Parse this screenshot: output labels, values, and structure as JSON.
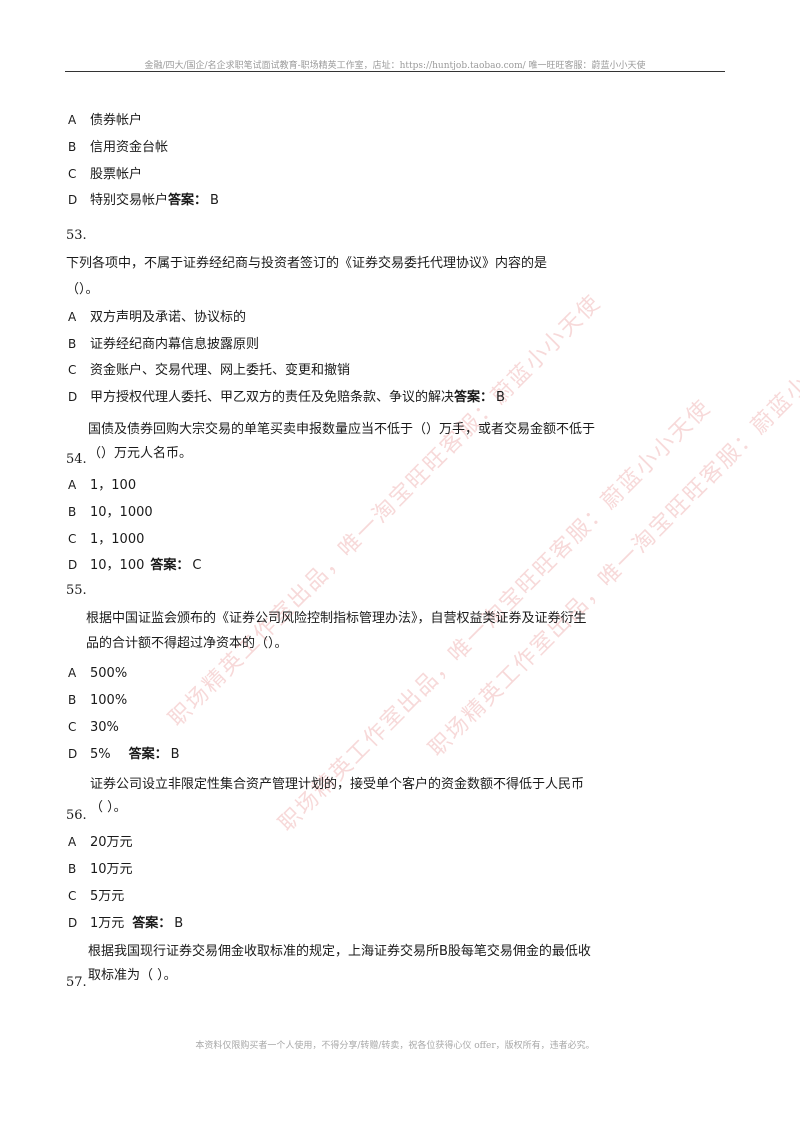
{
  "header": "金融/四大/国企/名企求职笔试面试教育-职场精英工作室，店址：https://huntjob.taobao.com/ 唯一旺旺客服：蔚蓝小小天使",
  "footer": "本资料仅限购买者一个人使用，不得分享/转赠/转卖，祝各位获得心仪 offer，版权所有，违者必究。",
  "answer_label": "答案：",
  "watermarks": [
    "职场精英工作室出品，唯一淘宝旺旺客服：蔚蓝小小天使",
    "职场精英工作室出品，唯一淘宝旺旺客服：蔚蓝小小天使",
    "职场精英工作室出品，唯一淘宝旺旺客服：蔚蓝小小天使"
  ],
  "q52": {
    "options": [
      {
        "letter": "A",
        "text": "债券帐户"
      },
      {
        "letter": "B",
        "text": "信用资金台帐"
      },
      {
        "letter": "C",
        "text": "股票帐户"
      },
      {
        "letter": "D",
        "text": "特别交易帐户"
      }
    ],
    "answer": "B"
  },
  "q53": {
    "number": "53.",
    "stem": [
      "下列各项中，不属于证券经纪商与投资者签订的《证券交易委托代理协议》内容的是",
      "（）。"
    ],
    "options": [
      {
        "letter": "A",
        "text": "双方声明及承诺、协议标的"
      },
      {
        "letter": "B",
        "text": "证券经纪商内幕信息披露原则"
      },
      {
        "letter": "C",
        "text": "资金账户、交易代理、网上委托、变更和撤销"
      },
      {
        "letter": "D",
        "text": "甲方授权代理人委托、甲乙双方的责任及免赔条款、争议的解决"
      }
    ],
    "answer": "B"
  },
  "q54": {
    "number": "54.",
    "stem": [
      "国债及债券回购大宗交易的单笔买卖申报数量应当不低于（）万手，或者交易金额不低于",
      "（）万元人名币。"
    ],
    "options": [
      {
        "letter": "A",
        "text": "1，100"
      },
      {
        "letter": "B",
        "text": "10，1000"
      },
      {
        "letter": "C",
        "text": "1，1000"
      },
      {
        "letter": "D",
        "text": "10，100"
      }
    ],
    "answer": "C"
  },
  "q55": {
    "number": "55.",
    "stem": [
      "根据中国证监会颁布的《证券公司风险控制指标管理办法》，自营权益类证券及证券衍生",
      "品的合计额不得超过净资本的（）。"
    ],
    "options": [
      {
        "letter": "A",
        "text": "500%"
      },
      {
        "letter": "B",
        "text": "100%"
      },
      {
        "letter": "C",
        "text": "30%"
      },
      {
        "letter": "D",
        "text": "5%"
      }
    ],
    "answer": "B"
  },
  "q56": {
    "number": "56.",
    "stem": [
      "证券公司设立非限定性集合资产管理计划的，接受单个客户的资金数额不得低于人民币",
      "（ ）。"
    ],
    "options": [
      {
        "letter": "A",
        "text": "20万元"
      },
      {
        "letter": "B",
        "text": "10万元"
      },
      {
        "letter": "C",
        "text": "5万元"
      },
      {
        "letter": "D",
        "text": "1万元"
      }
    ],
    "answer": "B"
  },
  "q57": {
    "number": "57.",
    "stem": [
      "根据我国现行证券交易佣金收取标准的规定，上海证券交易所B股每笔交易佣金的最低收",
      "取标准为（ ）。"
    ]
  }
}
